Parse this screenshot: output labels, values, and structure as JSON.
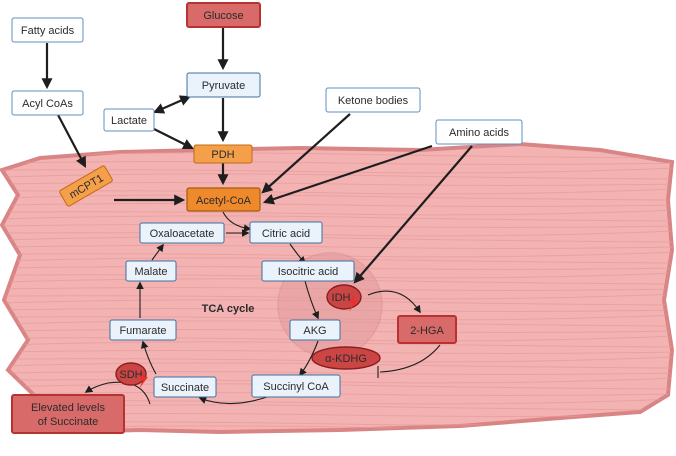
{
  "nodes": {
    "glucose": "Glucose",
    "fatty_acids": "Fatty acids",
    "pyruvate": "Pyruvate",
    "acyl_coas": "Acyl CoAs",
    "lactate": "Lactate",
    "ketone_bodies": "Ketone bodies",
    "amino_acids": "Amino acids",
    "pdh": "PDH",
    "mcpt1": "mCPT1",
    "acetyl_coa": "Acetyl-CoA",
    "oxaloacetate": "Oxaloacetate",
    "citric_acid": "Citric acid",
    "isocitric_acid": "Isocitric acid",
    "malate": "Malate",
    "idh": "IDH",
    "two_hga": "2-HGA",
    "tca_cycle": "TCA cycle",
    "fumarate": "Fumarate",
    "akg": "AKG",
    "akdhg": "α-KDHG",
    "sdh": "SDH",
    "succinate": "Succinate",
    "succinyl_coa": "Succinyl CoA",
    "elevated_line1": "Elevated levels",
    "elevated_line2": "of Succinate"
  },
  "colors": {
    "muscle_fill": "#f3b3b3",
    "muscle_stroke": "#d98585",
    "striation": "#e79a9a",
    "box_blue": "#eaf3fb",
    "box_orange": "#f4a04a",
    "box_red": "#d96a6a",
    "enzyme_red": "#cc4545"
  }
}
